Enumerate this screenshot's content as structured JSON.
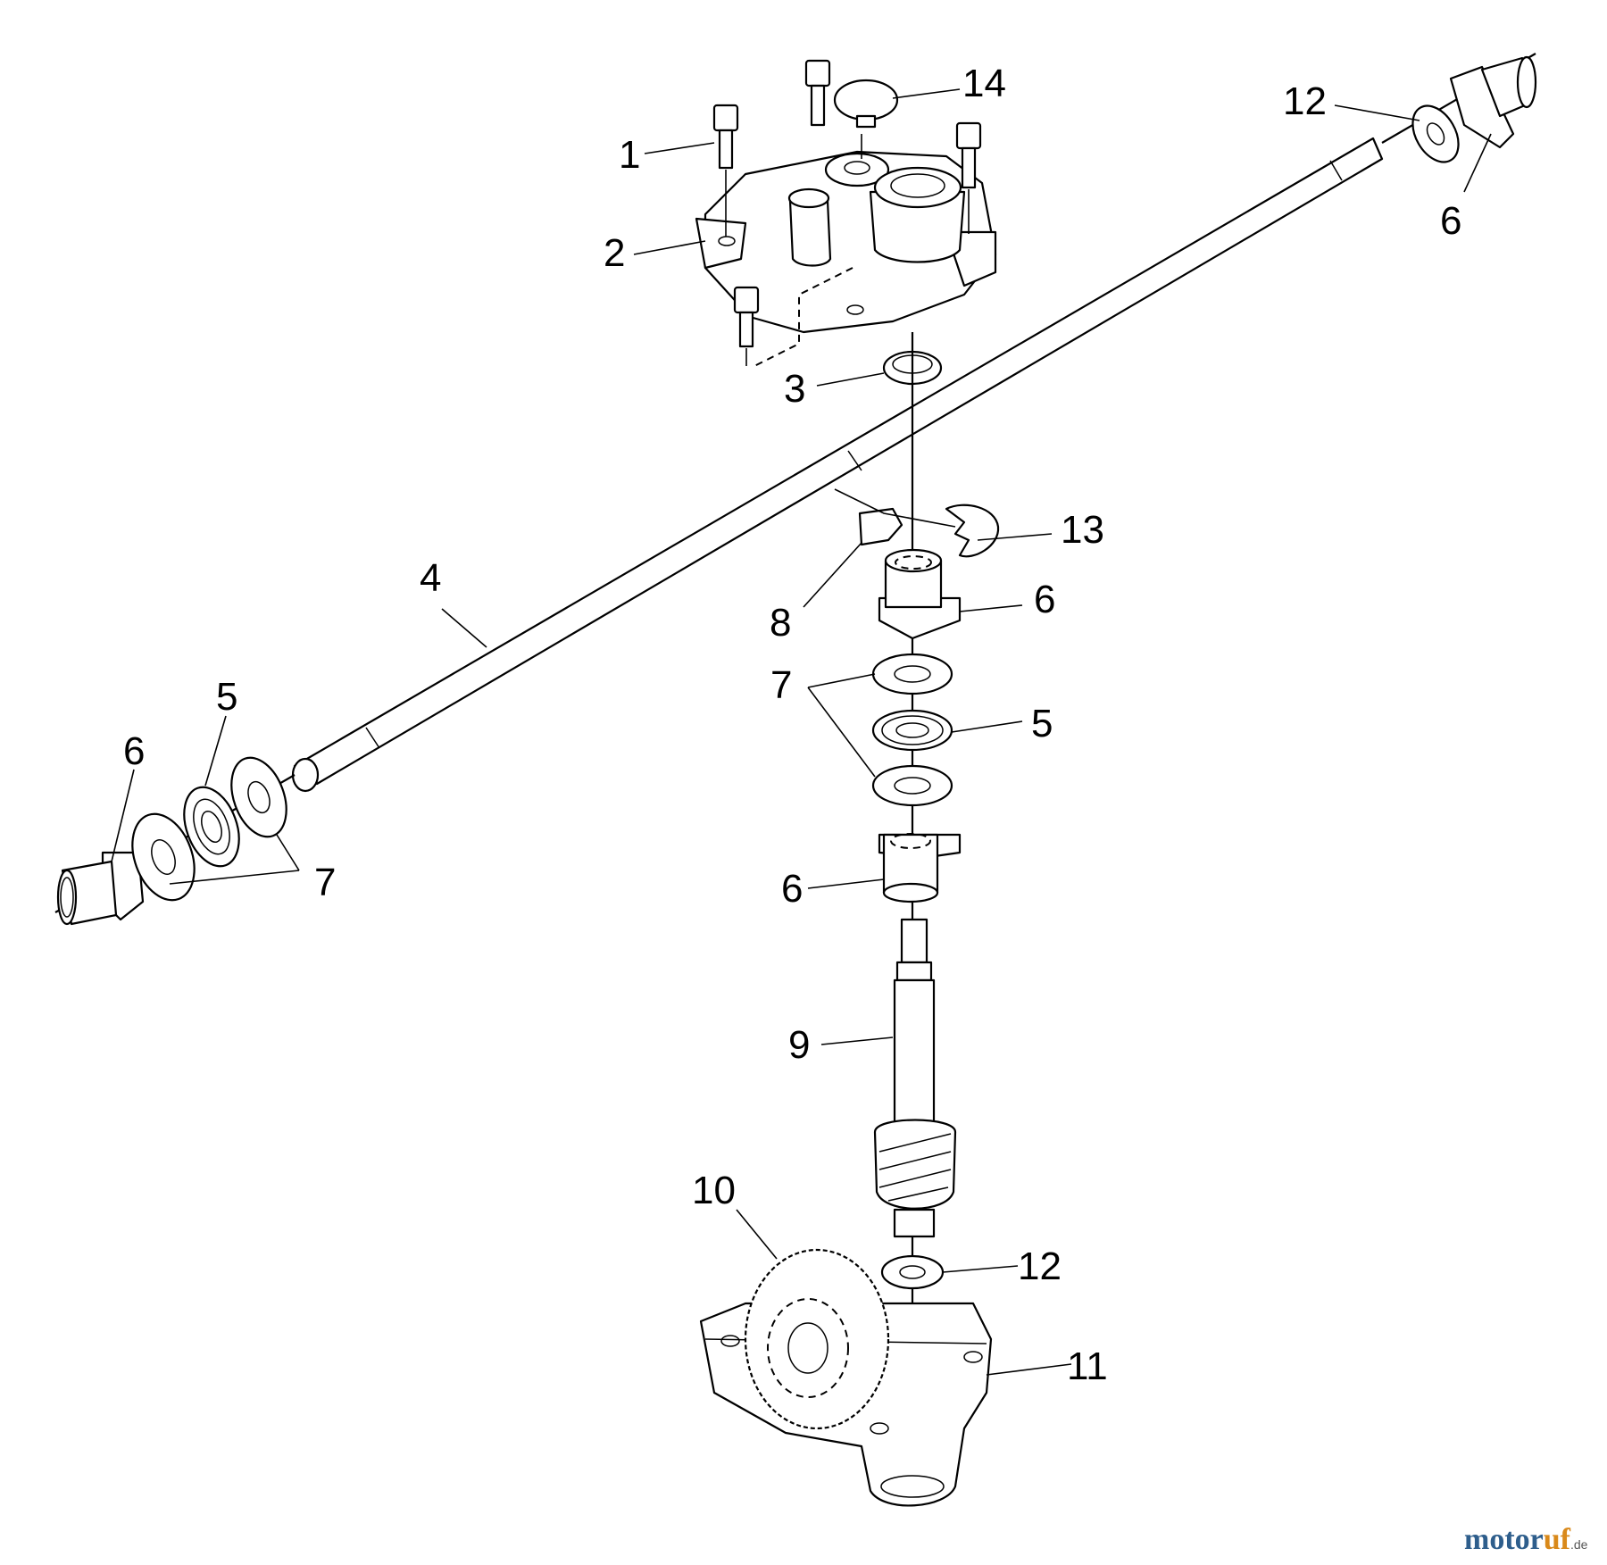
{
  "callouts": {
    "c1": "1",
    "c2": "2",
    "c3": "3",
    "c4": "4",
    "c5_left": "5",
    "c5_right": "5",
    "c6_left": "6",
    "c6_upper_right": "6",
    "c6_mid_upper": "6",
    "c6_mid_lower": "6",
    "c7_left": "7",
    "c7_mid": "7",
    "c8": "8",
    "c9": "9",
    "c10": "10",
    "c11": "11",
    "c12_top": "12",
    "c12_bottom": "12",
    "c13": "13",
    "c14": "14"
  },
  "watermark": {
    "brand_dark": "motor",
    "brand_accent": "uf",
    "suffix": ".de",
    "colors": {
      "dark": "#2e5e8c",
      "accent": "#d9891a"
    }
  }
}
